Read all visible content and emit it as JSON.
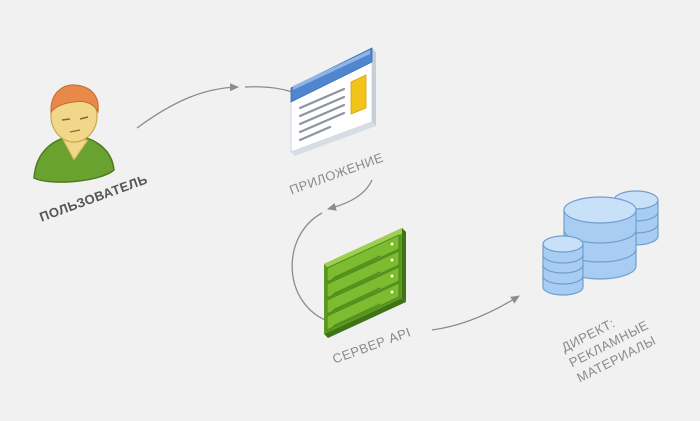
{
  "nodes": {
    "user": {
      "label": "ПОЛЬЗОВАТЕЛЬ",
      "icon": "user-icon"
    },
    "app": {
      "label": "ПРИЛОЖЕНИЕ",
      "icon": "app-window-icon"
    },
    "server": {
      "label": "СЕРВЕР API",
      "icon": "server-rack-icon"
    },
    "direct": {
      "label_lines": [
        "ДИРЕКТ:",
        "РЕКЛАМНЫЕ",
        "МАТЕРИАЛЫ"
      ],
      "icon": "database-icon"
    }
  },
  "colors": {
    "background": "#f1f1f1",
    "arrow": "#8c8c8c",
    "user_skin": "#f0d78a",
    "user_hair": "#e8894a",
    "user_shirt": "#6aa22f",
    "window_header": "#4f86cf",
    "window_sticky": "#f2c318",
    "server_green": "#7dbb31",
    "server_dark": "#4d8a1b",
    "db_blue": "#a9cdf2"
  }
}
